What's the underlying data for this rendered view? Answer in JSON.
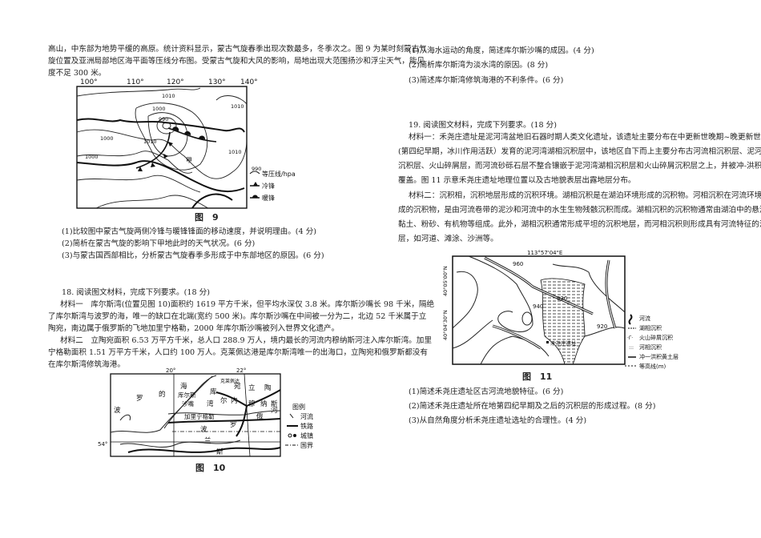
{
  "left": {
    "intro_lines": [
      "高山，中东部为地势平缓的高原。统计资料显示，蒙古气旋春季出现次数最多，冬季次之。图 9 为某时刻蒙古气",
      "旋位置及亚洲局部地区海平面等压线分布图。受蒙古气旋和大风的影响，局地出现大范围扬沙和浮尘天气，能见",
      "度不足 300 米。"
    ],
    "fig9": {
      "lon_labels": [
        "100°",
        "110°",
        "120°",
        "130°",
        "140°"
      ],
      "isobar_labels": [
        "1010",
        "1000",
        "990",
        "1000",
        "1010",
        "1000",
        "1010",
        "1010"
      ],
      "place": "甲",
      "legend": {
        "isobar_value": "990",
        "isobar": "等压线/hpa",
        "cold_front": "冷锋",
        "warm_front": "暖锋"
      },
      "caption": "图　9"
    },
    "q17": [
      "(1)比较图中蒙古气旋两侧冷锋与暖锋锋面的移动速度，并说明理由。(4 分)",
      "(2)简析在蒙古气旋的影响下甲地此时的天气状况。(6 分)",
      "(3)与蒙古国西部相比，分析蒙古气旋春季多形成于中东部地区的原因。(6 分)"
    ],
    "q18_heading": "18. 阅读图文材料，完成下列要求。(18 分)",
    "q18_lines": [
      "材料一　库尔斯湾(位置见图 10)面积约 1619 平方千米，但平均水深仅 3.8 米。库尔斯沙嘴长 98 千米，隔绝",
      "了库尔斯湾与波罗的海，唯一的缺口在北端(宽约 500 米)。库尔斯沙嘴在中间被一分为二，北边 52 千米属于立",
      "陶宛，南边属于俄罗斯的飞地加里宁格勒，2000 年库尔斯沙嘴被列入世界文化遗产。",
      "材料二　立陶宛面积 6.53 万平方千米，总人口 288.9 万人，境内最长的河流内穆纳斯河注入库尔斯湾。加里",
      "宁格勒面积 1.51 万平方千米，人口约 100 万人。克莱佩达港是库尔斯湾唯一的出海口，立陶宛和俄罗斯都没有",
      "在库尔斯湾修筑海港。"
    ],
    "fig10": {
      "lat_labels": [
        "20°",
        "22°",
        "54°"
      ],
      "map_labels": [
        "波",
        "罗",
        "的",
        "海",
        "库尔斯",
        "沙嘴",
        "克莱佩达",
        "立",
        "陶",
        "宛",
        "库",
        "尔",
        "湾",
        "内",
        "穆",
        "纳",
        "斯",
        "河",
        "加里宁格勒",
        "罗",
        "波",
        "兰",
        "俄",
        "斯"
      ],
      "legend": {
        "title": "图例",
        "river": "河流",
        "railway": "铁路",
        "town": "城镇",
        "border": "国界"
      },
      "caption": "图　10"
    }
  },
  "right": {
    "q18_questions": [
      "(1)从海水运动的角度，简述库尔斯沙嘴的成因。(4 分)",
      "(2)简析库尔斯湾为淡水湾的原因。(8 分)",
      "(3)简述库尔斯湾修筑海港的不利条件。(6 分)"
    ],
    "q19_heading": "19. 阅读图文材料，完成下列要求。(18 分)",
    "q19_m1": [
      "材料一：禾尧庄遗址是泥河湾盆地旧石器时期人类文化遗址，该遗址主要分布在中更新世晚期~晚更新世初期",
      "(第四纪早期，冰川作用活跃）发育的泥河湾湖相沉积层中，该地区自下而上主要分布古河流相沉积层、泥河湾湖相",
      "沉积层、火山碎屑层，而河流砂砾石层不整合镶嵌于泥河湾湖相沉积层和火山碎屑沉积层之上，并被冲-洪积黄土层",
      "覆盖。图 11 示意禾尧庄遗址地理位置以及古地貌表层出露地层分布。"
    ],
    "q19_m2": [
      "材料二：沉积相，沉积地层形成的沉积环境。湖相沉积是在湖泊环境形成的沉积物。河相沉积在河流环境中形",
      "成的沉积物，是由河流卷带的泥沙和河流中的水生生物残骸沉积而成。湖相沉积的沉积物通常由湖泊中的悬浮颗粒",
      "黏土、粉砂、有机物等组成。此外，湖相沉积通常形成平坦的沉积地层，而河相沉积则形成具有河流特征的沉积地",
      "层，如河道、滩涂、沙洲等。"
    ],
    "fig11": {
      "top_label": "113°57'04\"E",
      "side_labels": [
        "40°05'00\"N",
        "40°04'30\"N"
      ],
      "contours": [
        "960",
        "930",
        "940",
        "920"
      ],
      "site": "禾尧庄遗址",
      "legend": [
        "河流",
        "湖相沉积",
        "火山碎屑沉积",
        "河相沉积",
        "冲一洪积黄土层",
        "等高线(m)"
      ],
      "caption": "图　11"
    },
    "q19_questions": [
      "(1)简述禾尧庄遗址区古河流地貌特征。(6 分)",
      "(2)简述禾尧庄遗址所在地第四纪早期及之后的沉积层的形成过程。(8 分)",
      "(3)从自然角度分析禾尧庄遗址选址的合理性。(4 分)"
    ]
  }
}
